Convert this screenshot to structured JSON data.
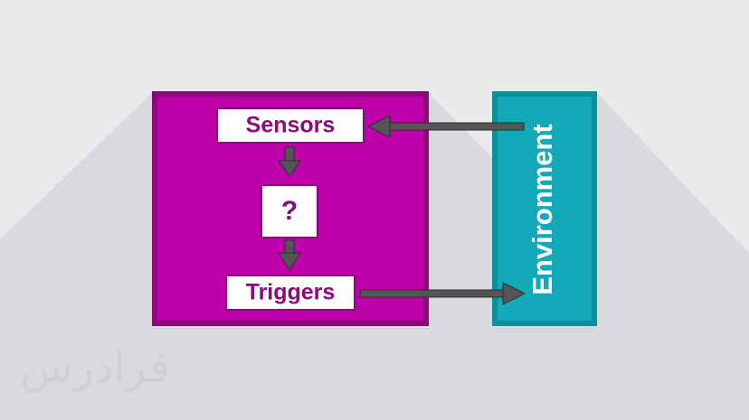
{
  "diagram": {
    "agent_box": {
      "nodes": {
        "sensors": "Sensors",
        "unknown": "?",
        "triggers": "Triggers"
      }
    },
    "environment_label": "Environment",
    "watermark": "فرادرس"
  },
  "colors": {
    "background": "#e9eaec",
    "shadow": "#d9dadd",
    "agent_fill": "#bf00aa",
    "agent_border": "#8a0a7a",
    "node_fill": "#ffffff",
    "node_border": "#8a0a7a",
    "node_text": "#8a0a7a",
    "environment_fill": "#12aab8",
    "environment_border": "#0b8f99",
    "environment_text": "#ffffff",
    "arrow": "#555555",
    "watermark": "#cfd0d3"
  }
}
